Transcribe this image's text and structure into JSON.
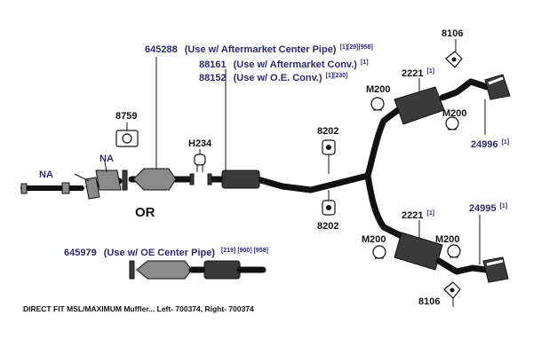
{
  "labels": {
    "p645288": "645288",
    "p645288_desc": "(Use w/ Aftermarket Center Pipe)",
    "p645288_refs": "[1][29][958]",
    "p88161": "88161",
    "p88161_desc": "(Use w/ Aftermarket Conv.)",
    "p88161_refs": "[1]",
    "p88152": "88152",
    "p88152_desc": "(Use w/ O.E. Conv.)",
    "p88152_refs": "[1][230]",
    "p8106_top": "8106",
    "p8106_bottom": "8106",
    "p2221_top": "2221",
    "p2221_top_ref": "[1]",
    "p2221_bottom": "2221",
    "p2221_bottom_ref": "[1]",
    "m200_top_left": "M200",
    "m200_top_right": "M200",
    "m200_bottom_left": "M200",
    "m200_bottom_right": "M200",
    "p24996": "24996",
    "p24996_ref": "[1]",
    "p24995": "24995",
    "p24995_ref": "[1]",
    "p8759": "8759",
    "h234": "H234",
    "p8202_top": "8202",
    "p8202_bottom": "8202",
    "na_left": "NA",
    "na_right": "NA",
    "or_text": "OR",
    "p645979": "645979",
    "p645979_desc": "(Use w/ OE Center Pipe)",
    "p645979_refs": "[219] [900] [958]",
    "footer": "DIRECT FIT MSL/MAXIMUM Muffler... Left- 700374, Right- 700374"
  },
  "colors": {
    "label_blue": "#2d2a6e",
    "ink": "#111111",
    "part_fill": "#3a3a3a"
  },
  "icons": [
    "gasket-icon",
    "u-clamp-icon",
    "hanger-icon",
    "pipe-clamp-icon",
    "muffler-icon",
    "catalytic-converter-icon",
    "tailpipe-tip-icon"
  ]
}
